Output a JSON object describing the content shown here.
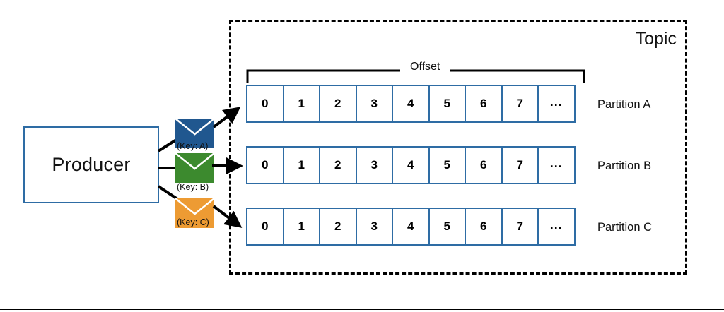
{
  "diagram": {
    "title": "Kafka topic partitioning diagram",
    "producer": {
      "label": "Producer"
    },
    "topic": {
      "label": "Topic"
    },
    "offset": {
      "label": "Offset"
    },
    "messages": [
      {
        "key_label": "(Key: A)",
        "color": "#20578F",
        "icon": "envelope-icon",
        "target": "Partition A"
      },
      {
        "key_label": "(Key: B)",
        "color": "#3C8A2E",
        "icon": "envelope-icon",
        "target": "Partition B"
      },
      {
        "key_label": "(Key: C)",
        "color": "#ED9B33",
        "icon": "envelope-icon",
        "target": "Partition C"
      }
    ],
    "partitions": [
      {
        "name": "Partition A",
        "cells": [
          "0",
          "1",
          "2",
          "3",
          "4",
          "5",
          "6",
          "7",
          "..."
        ]
      },
      {
        "name": "Partition B",
        "cells": [
          "0",
          "1",
          "2",
          "3",
          "4",
          "5",
          "6",
          "7",
          "..."
        ]
      },
      {
        "name": "Partition C",
        "cells": [
          "0",
          "1",
          "2",
          "3",
          "4",
          "5",
          "6",
          "7",
          "..."
        ]
      }
    ],
    "colors": {
      "box_border": "#2E6CA4",
      "cell_border": "#2E6CA4",
      "topic_border": "#000000",
      "arrow": "#000000",
      "background": "#FFFFFF"
    }
  }
}
